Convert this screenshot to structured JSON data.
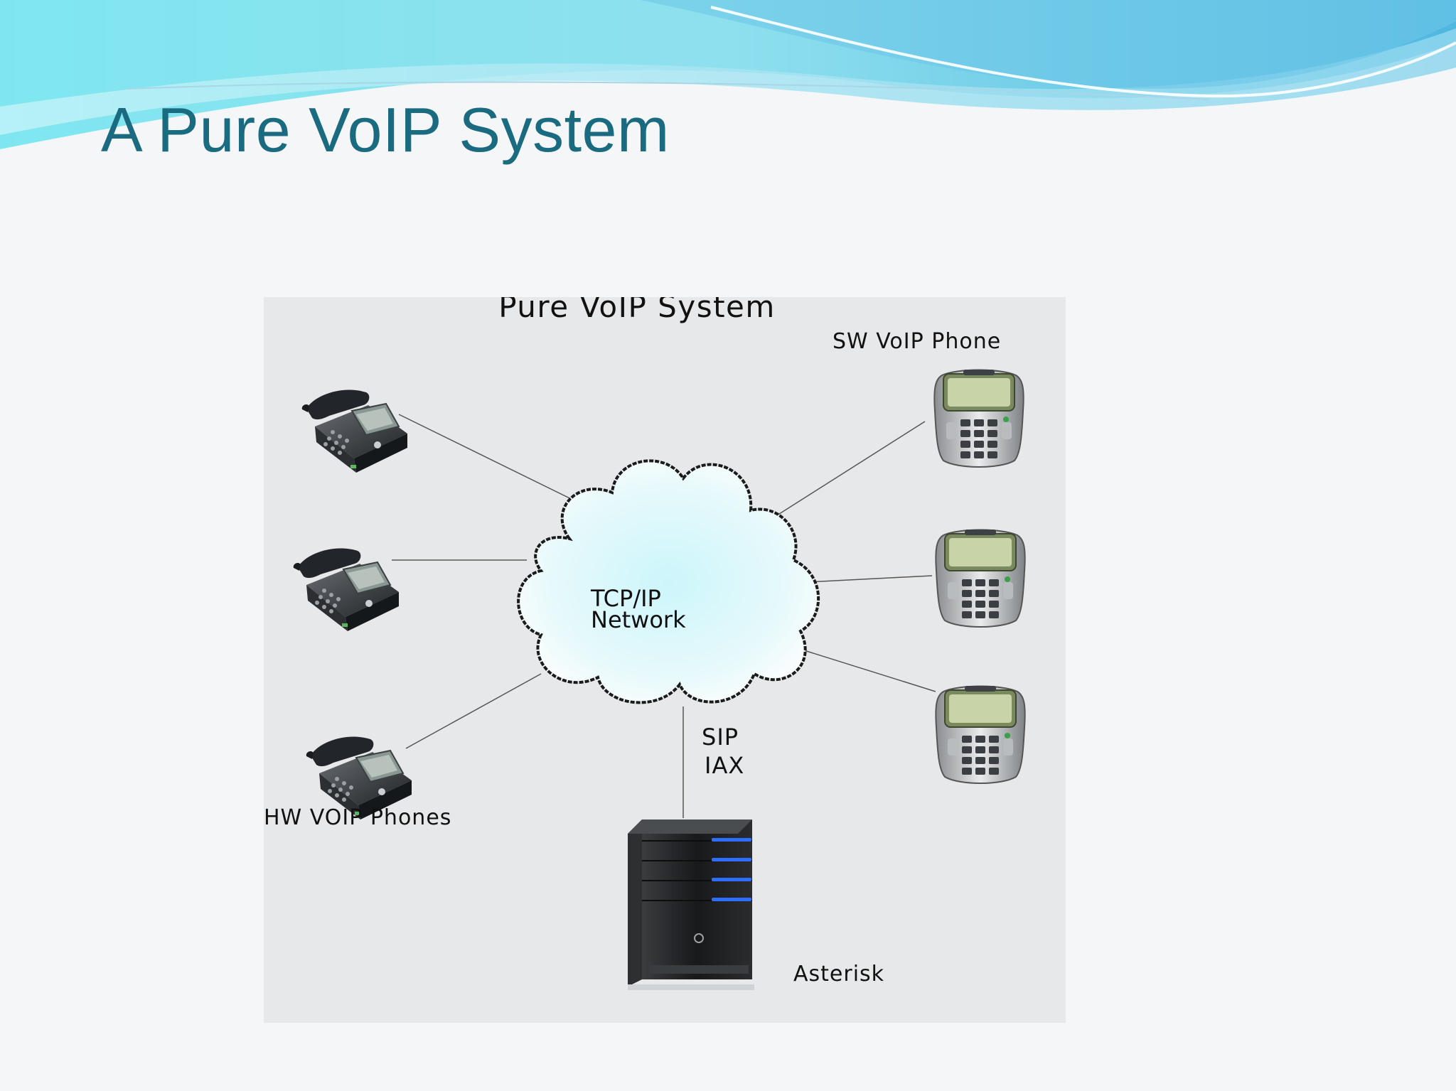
{
  "slide": {
    "title": "A Pure VoIP System"
  },
  "diagram": {
    "title": "Pure VoIP System",
    "cloud_label_line1": "TCP/IP",
    "cloud_label_line2": "Network",
    "sw_phones_label": "SW VoIP Phone",
    "hw_phones_label": "HW VOIP Phones",
    "protocol_1": "SIP",
    "protocol_2": "IAX",
    "server_label": "Asterisk"
  },
  "colors": {
    "title": "#1a6b80",
    "panel": "#e7e8e9",
    "cloud_fill": "#e6f9fb",
    "server_led": "#2f6dff"
  },
  "icons": {
    "hw_phone": "desk-phone-icon",
    "sw_phone": "softphone-icon",
    "server": "server-tower-icon",
    "network": "cloud-icon"
  }
}
